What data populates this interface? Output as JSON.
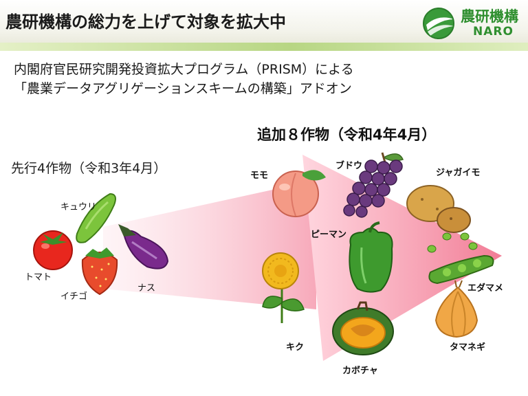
{
  "header": {
    "title": "農研機構の総力を上げて対象を拡大中",
    "logo": {
      "name": "農研機構",
      "sub": "NARO"
    }
  },
  "subtitle": {
    "line1": "内閣府官民研究開発投資拡大プログラム（PRISM）による",
    "line2": "「農業データアグリゲーションスキームの構築」アドオン"
  },
  "initial": {
    "label": "先行4作物（令和3年4月）",
    "crops": [
      "トマト",
      "キュウリ",
      "イチゴ",
      "ナス"
    ]
  },
  "added": {
    "label": "追加８作物（令和4年4月）",
    "crops": [
      "モモ",
      "ブドウ",
      "ジャガイモ",
      "ピーマン",
      "エダマメ",
      "キク",
      "カボチャ",
      "タマネギ"
    ]
  },
  "colors": {
    "title_band": "#b7d683",
    "arrow": "#f48aa2",
    "logo_green": "#2f8f2f"
  }
}
